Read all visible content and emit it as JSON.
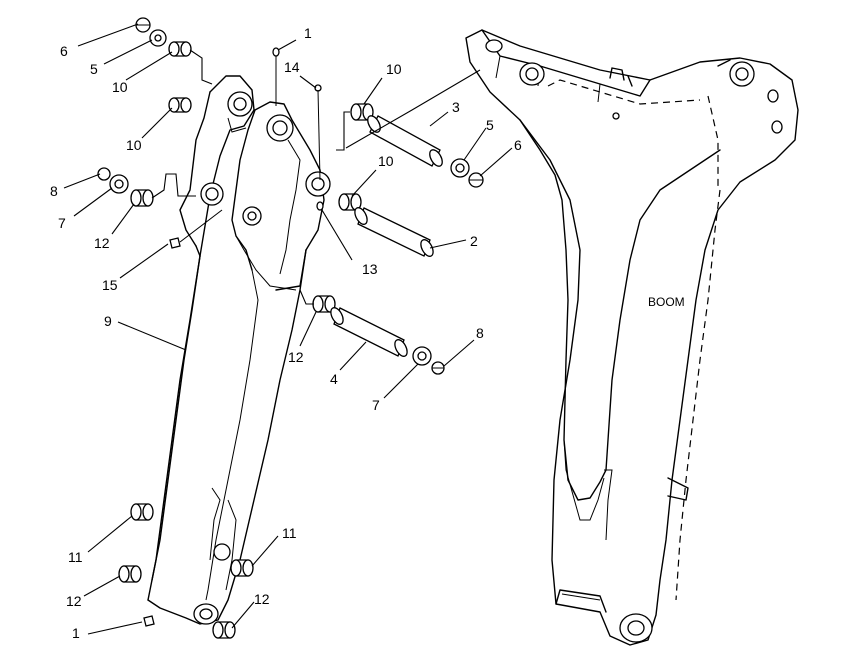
{
  "diagram": {
    "boom_label": "BOOM",
    "callouts": {
      "c1_top": "1",
      "c1_bottom": "1",
      "c2": "2",
      "c3": "3",
      "c4": "4",
      "c5_left": "5",
      "c5_right": "5",
      "c6_left": "6",
      "c6_right": "6",
      "c7_left": "7",
      "c7_right": "7",
      "c8_left": "8",
      "c8_right": "8",
      "c9": "9",
      "c10_top_left": "10",
      "c10_mid_left": "10",
      "c10_top_right": "10",
      "c10_mid_right": "10",
      "c11_left": "11",
      "c11_right": "11",
      "c12_left": "12",
      "c12_mid": "12",
      "c12_bottom_left": "12",
      "c12_bottom_right": "12",
      "c13": "13",
      "c14": "14",
      "c15": "15"
    }
  }
}
